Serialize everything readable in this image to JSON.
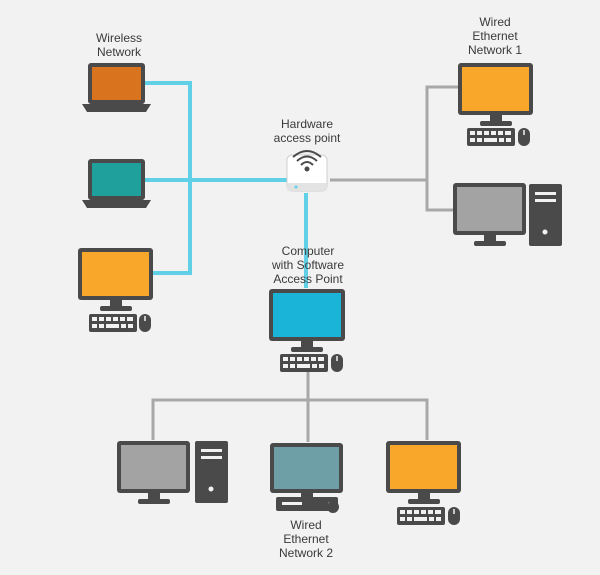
{
  "labels": {
    "wireless_network": [
      "Wireless",
      "Network"
    ],
    "wired_ethernet_1": [
      "Wired",
      "Ethernet",
      "Network 1"
    ],
    "hardware_access_point": [
      "Hardware",
      "access point"
    ],
    "software_access_point": [
      "Computer",
      "with Software",
      "Access Point"
    ],
    "wired_ethernet_2": [
      "Wired",
      "Ethernet",
      "Network 2"
    ]
  },
  "colors": {
    "background": "#f2f2f2",
    "wireless_link": "#5fd0e6",
    "wired_link": "#a8a8a8",
    "device_frame": "#4a4a4a",
    "screen_orange_dark": "#d9731d",
    "screen_teal": "#1fa09c",
    "screen_orange": "#f8a72b",
    "screen_cyan": "#1ab4d9",
    "screen_gray": "#a3a3a3",
    "screen_slate": "#6e9ea6",
    "access_point_body": "#ffffff"
  },
  "icons": {
    "wifi_router": "wifi-access-point-icon",
    "laptop": "laptop-icon",
    "monitor": "monitor-icon",
    "tower": "desktop-tower-icon",
    "keyboard": "keyboard-icon",
    "mouse": "mouse-icon"
  }
}
